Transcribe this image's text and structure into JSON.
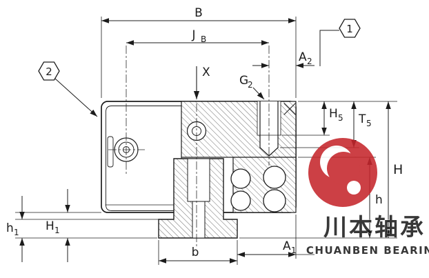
{
  "drawing": {
    "description": "Linear guide carriage and rail cross-section technical drawing"
  },
  "dims": {
    "B": "B",
    "JB": {
      "base": "J",
      "sub": "B"
    },
    "A2": {
      "base": "A",
      "sub": "2"
    },
    "X": "X",
    "G2": {
      "base": "G",
      "sub": "2"
    },
    "H5": {
      "base": "H",
      "sub": "5"
    },
    "T5": {
      "base": "T",
      "sub": "5"
    },
    "H": "H",
    "h": "h",
    "h1": {
      "base": "h",
      "sub": "1"
    },
    "H1": {
      "base": "H",
      "sub": "1"
    },
    "b": "b",
    "A1": {
      "base": "A",
      "sub": "1"
    }
  },
  "callouts": {
    "c1": "1",
    "c2": "2"
  },
  "watermark": {
    "brand_cn": "川本轴承",
    "brand_en": "CHUANBEN BEARING"
  },
  "colors": {
    "line": "#1c1c1c",
    "watermark_text": "#2fb0d4",
    "logo_red": "#c5262c"
  }
}
